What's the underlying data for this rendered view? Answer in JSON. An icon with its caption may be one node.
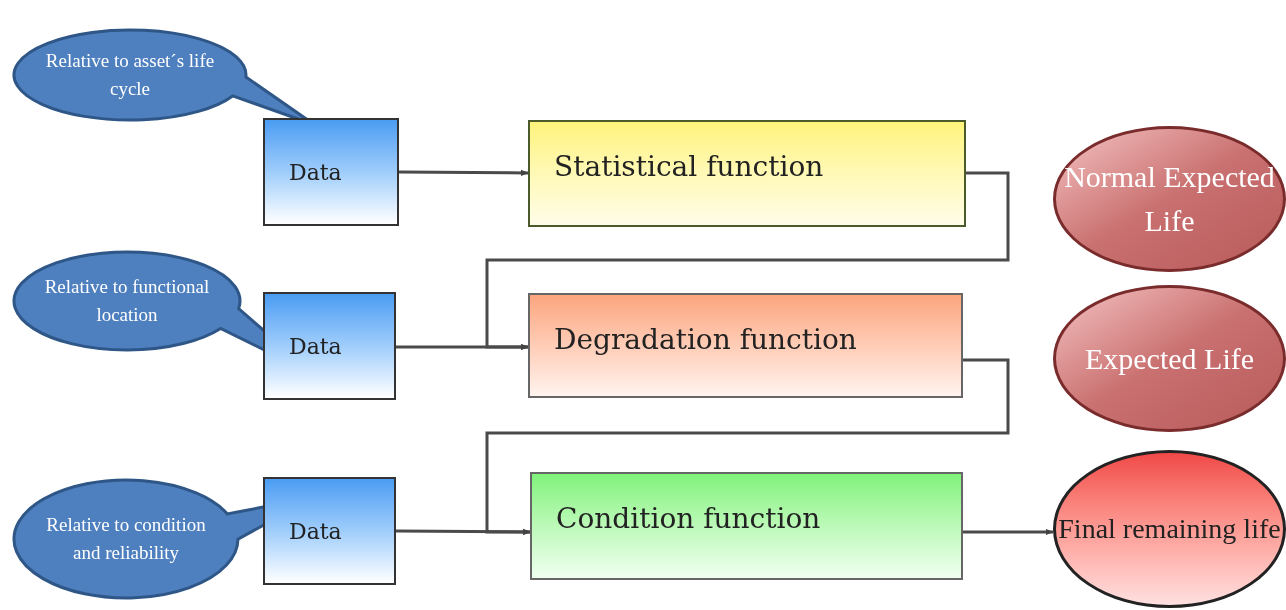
{
  "diagram": {
    "nodes": [
      {
        "text": [
          "Relative to asset´s life cycle"
        ]
      },
      {
        "text": [
          "Data"
        ]
      },
      {
        "text": [
          "Statistical function"
        ]
      },
      {
        "text": [
          "Normal Expected Life"
        ]
      },
      {
        "text": [
          "Relative to functional location"
        ]
      },
      {
        "text": [
          "Data"
        ]
      },
      {
        "text": [
          "Degradation function"
        ]
      },
      {
        "text": [
          "Expected Life"
        ]
      },
      {
        "text": [
          "Relative to condition and reliability"
        ]
      },
      {
        "text": [
          "Data"
        ]
      },
      {
        "text": [
          "Condition function"
        ]
      },
      {
        "text": [
          "Final remaining life"
        ]
      }
    ],
    "edges": [
      {
        "from": 1,
        "to": 2,
        "arrow": "to"
      },
      {
        "from": 2,
        "to": 6,
        "arrow": "to"
      },
      {
        "from": 5,
        "to": 6,
        "arrow": "to"
      },
      {
        "from": 6,
        "to": 10,
        "arrow": "to"
      },
      {
        "from": 9,
        "to": 10,
        "arrow": "to"
      },
      {
        "from": 10,
        "to": 11,
        "arrow": "to"
      }
    ]
  }
}
